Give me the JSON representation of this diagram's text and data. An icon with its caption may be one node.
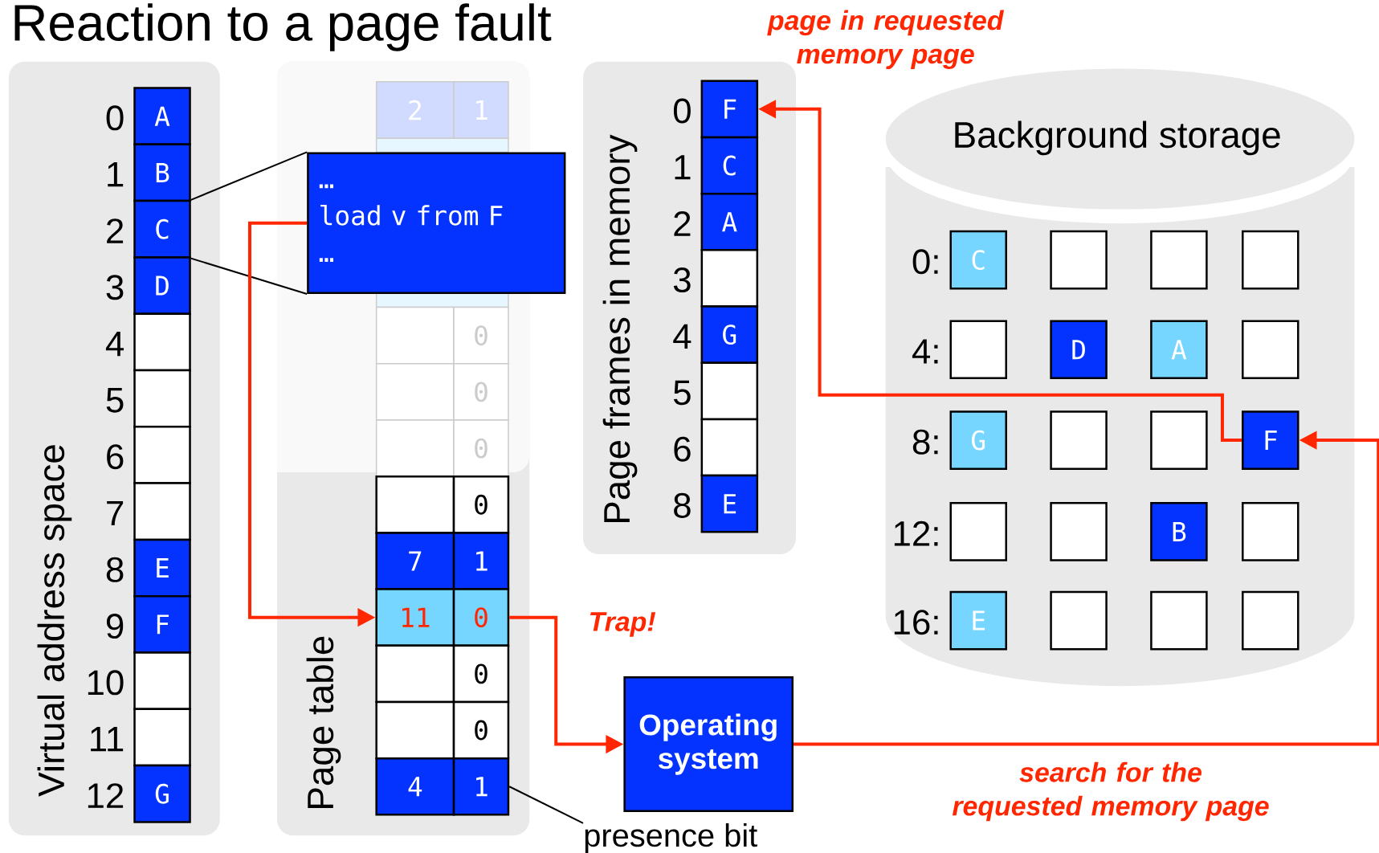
{
  "diagram": {
    "title": "Reaction to a page fault",
    "nodes": [
      {
        "text": [
          "Virtual address space"
        ]
      },
      {
        "text": [
          "A"
        ],
        "beside": [
          "0"
        ],
        "in": 0
      },
      {
        "text": [
          "B"
        ],
        "beside": [
          "1"
        ],
        "in": 0
      },
      {
        "text": [
          "C"
        ],
        "beside": [
          "2"
        ],
        "in": 0
      },
      {
        "text": [
          "D"
        ],
        "beside": [
          "3"
        ],
        "in": 0
      },
      {
        "text": [],
        "shape": "box",
        "beside": [
          "4"
        ],
        "in": 0
      },
      {
        "text": [],
        "shape": "box",
        "beside": [
          "5"
        ],
        "in": 0
      },
      {
        "text": [],
        "shape": "box",
        "beside": [
          "6"
        ],
        "in": 0
      },
      {
        "text": [],
        "shape": "box",
        "beside": [
          "7"
        ],
        "in": 0
      },
      {
        "text": [
          "E"
        ],
        "beside": [
          "8"
        ],
        "in": 0
      },
      {
        "text": [
          "F"
        ],
        "beside": [
          "9"
        ],
        "in": 0
      },
      {
        "text": [],
        "shape": "box",
        "beside": [
          "10"
        ],
        "in": 0
      },
      {
        "text": [],
        "shape": "box",
        "beside": [
          "11"
        ],
        "in": 0
      },
      {
        "text": [
          "G"
        ],
        "beside": [
          "12"
        ],
        "in": 0
      },
      {
        "text": [
          "Page table"
        ]
      },
      {
        "text": [
          "2"
        ],
        "in": 14
      },
      {
        "text": [
          "1"
        ],
        "in": 14
      },
      {
        "text": [],
        "shape": "box",
        "in": 14
      },
      {
        "text": [
          "0"
        ],
        "in": 14
      },
      {
        "text": [],
        "shape": "box",
        "in": 14
      },
      {
        "text": [
          "0"
        ],
        "in": 14
      },
      {
        "text": [],
        "shape": "box",
        "in": 14
      },
      {
        "text": [
          "0"
        ],
        "in": 14
      },
      {
        "text": [],
        "shape": "box",
        "in": 14
      },
      {
        "text": [
          "0"
        ],
        "in": 14
      },
      {
        "text": [
          "7"
        ],
        "in": 14
      },
      {
        "text": [
          "1"
        ],
        "in": 14
      },
      {
        "text": [
          "11"
        ],
        "in": 14
      },
      {
        "text": [
          "0"
        ],
        "in": 14
      },
      {
        "text": [],
        "shape": "box",
        "in": 14
      },
      {
        "text": [
          "0"
        ],
        "in": 14
      },
      {
        "text": [],
        "shape": "box",
        "in": 14
      },
      {
        "text": [
          "0"
        ],
        "in": 14
      },
      {
        "text": [
          "4"
        ],
        "in": 14
      },
      {
        "text": [
          "1"
        ],
        "in": 14
      },
      {
        "text": [
          "…",
          "load v from F",
          "…"
        ]
      },
      {
        "text": [
          "Page frames in memory"
        ]
      },
      {
        "text": [
          "F"
        ],
        "beside": [
          "0"
        ],
        "in": 36
      },
      {
        "text": [
          "C"
        ],
        "beside": [
          "1"
        ],
        "in": 36
      },
      {
        "text": [
          "A"
        ],
        "beside": [
          "2"
        ],
        "in": 36
      },
      {
        "text": [],
        "shape": "box",
        "beside": [
          "3"
        ],
        "in": 36
      },
      {
        "text": [
          "G"
        ],
        "beside": [
          "4"
        ],
        "in": 36
      },
      {
        "text": [],
        "shape": "box",
        "beside": [
          "5"
        ],
        "in": 36
      },
      {
        "text": [],
        "shape": "box",
        "beside": [
          "6"
        ],
        "in": 36
      },
      {
        "text": [
          "E"
        ],
        "beside": [
          "8"
        ],
        "in": 36
      },
      {
        "text": [
          "Background storage"
        ]
      },
      {
        "text": [
          "C"
        ],
        "beside": [
          "0:"
        ],
        "in": 45
      },
      {
        "text": [],
        "shape": "box",
        "in": 45
      },
      {
        "text": [],
        "shape": "box",
        "in": 45
      },
      {
        "text": [],
        "shape": "box",
        "in": 45
      },
      {
        "text": [],
        "shape": "box",
        "beside": [
          "4:"
        ],
        "in": 45
      },
      {
        "text": [
          "D"
        ],
        "in": 45
      },
      {
        "text": [
          "A"
        ],
        "in": 45
      },
      {
        "text": [],
        "shape": "box",
        "in": 45
      },
      {
        "text": [
          "G"
        ],
        "beside": [
          "8:"
        ],
        "in": 45
      },
      {
        "text": [],
        "shape": "box",
        "in": 45
      },
      {
        "text": [],
        "shape": "box",
        "in": 45
      },
      {
        "text": [
          "F"
        ],
        "in": 45
      },
      {
        "text": [],
        "shape": "box",
        "beside": [
          "12:"
        ],
        "in": 45
      },
      {
        "text": [],
        "shape": "box",
        "in": 45
      },
      {
        "text": [
          "B"
        ],
        "in": 45
      },
      {
        "text": [],
        "shape": "box",
        "in": 45
      },
      {
        "text": [
          "E"
        ],
        "beside": [
          "16:"
        ],
        "in": 45
      },
      {
        "text": [],
        "shape": "box",
        "in": 45
      },
      {
        "text": [],
        "shape": "box",
        "in": 45
      },
      {
        "text": [],
        "shape": "box",
        "in": 45
      },
      {
        "text": [
          "Operating system"
        ]
      },
      {
        "text": [
          "presence bit"
        ]
      }
    ],
    "edges": [
      {
        "from": 3,
        "to": 35,
        "arrow": "none",
        "color": "#000000"
      },
      {
        "from": 3,
        "to": 35,
        "arrow": "none",
        "color": "#000000"
      },
      {
        "from": 35,
        "to": 27,
        "arrow": "to"
      },
      {
        "from": 28,
        "to": 66,
        "arrow": "to",
        "label": "Trap!"
      },
      {
        "from": 66,
        "to": 57,
        "arrow": "to",
        "label": "search for the requested memory page"
      },
      {
        "from": 57,
        "to": 37,
        "arrow": "to",
        "label": "page in requested memory page"
      },
      {
        "from": 67,
        "to": 34,
        "arrow": "none",
        "color": "#000000"
      }
    ]
  }
}
